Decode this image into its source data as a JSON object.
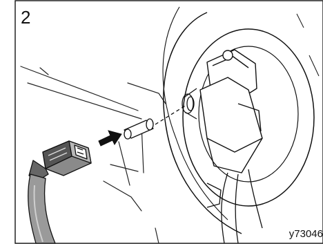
{
  "figure": {
    "step_number": "2",
    "figure_code": "y73046"
  },
  "colors": {
    "line": "#111111",
    "shade_dark": "#555555",
    "shade_mid": "#8a8a8a",
    "shade_light": "#b8b8b8",
    "background": "#ffffff"
  },
  "icons": {
    "insert_arrow": "right-arrow-icon",
    "guide_line": "dashed-line"
  }
}
